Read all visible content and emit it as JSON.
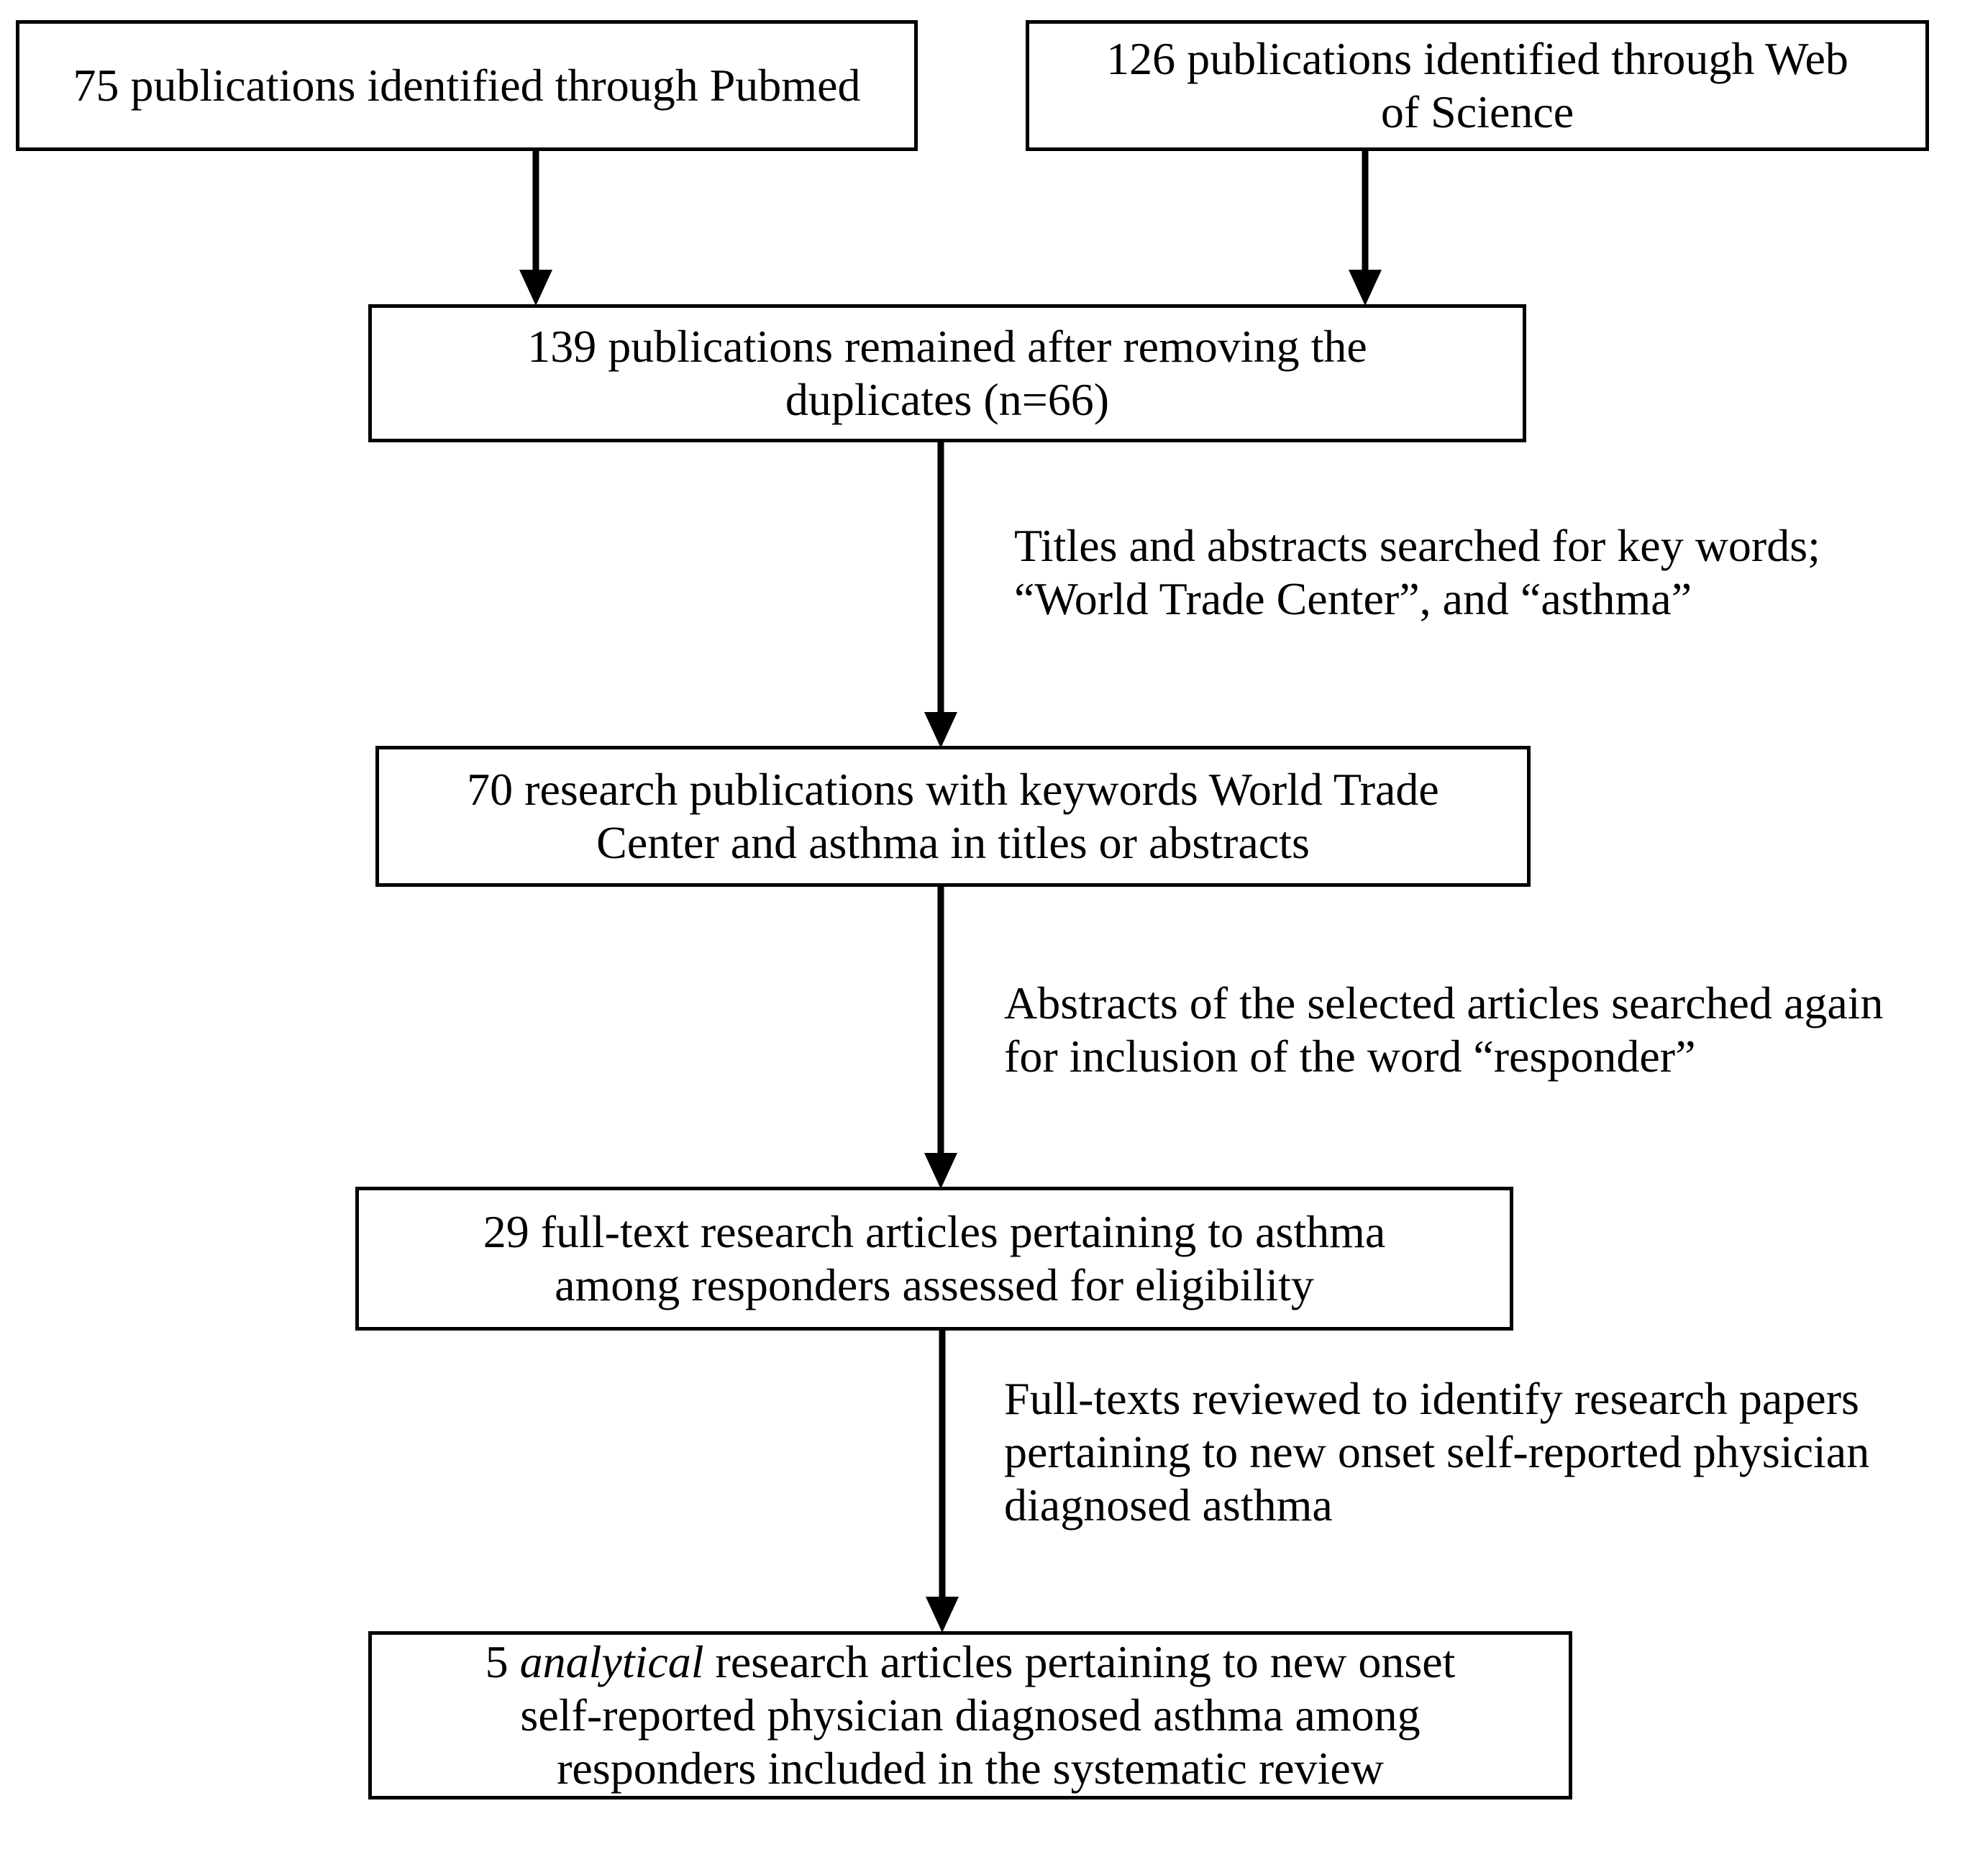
{
  "boxes": {
    "pubmed": {
      "lines": [
        "75 publications identified through Pubmed"
      ]
    },
    "wos": {
      "lines": [
        "126 publications identified through Web",
        "of Science"
      ]
    },
    "dedup": {
      "lines": [
        "139 publications remained after removing the",
        "duplicates (n=66)"
      ]
    },
    "keywords": {
      "lines": [
        "70 research publications with keywords World Trade",
        "Center and asthma in titles or abstracts"
      ]
    },
    "fulltext": {
      "lines": [
        "29 full-text research articles pertaining to asthma",
        "among responders assessed for eligibility"
      ]
    },
    "included": {
      "line1_pre": "5 ",
      "line1_italic": "analytical",
      "line1_post": " research articles pertaining to new onset",
      "lines": [
        "self-reported physician diagnosed asthma among",
        "responders included in the systematic review"
      ]
    }
  },
  "notes": {
    "step1": [
      "Titles and abstracts searched for key words;",
      "“World Trade Center”, and “asthma”"
    ],
    "step2": [
      "Abstracts of the selected articles searched again",
      "for inclusion of the word “responder”"
    ],
    "step3": [
      "Full-texts reviewed to identify research papers",
      "pertaining to new onset self-reported physician",
      "diagnosed asthma"
    ]
  }
}
